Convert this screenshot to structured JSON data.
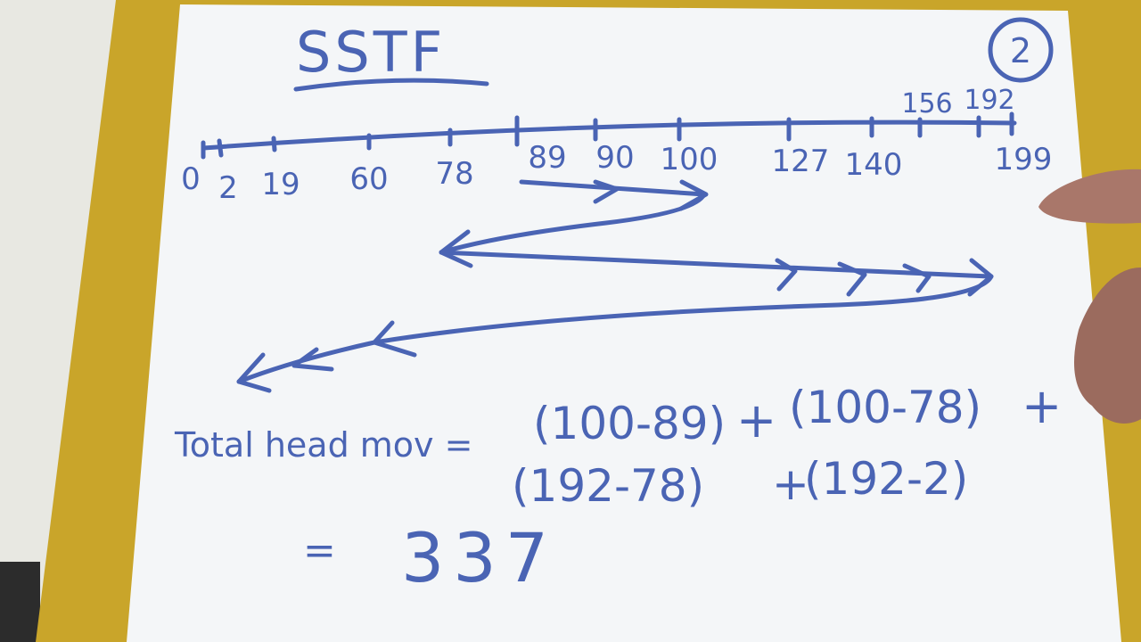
{
  "page_number": "2",
  "title": "SSTF",
  "track_axis": {
    "lower_labels": [
      "0",
      "2",
      "19",
      "60",
      "78",
      "89",
      "90",
      "100",
      "127",
      "140",
      "199"
    ],
    "upper_labels": [
      "156",
      "192"
    ]
  },
  "equation": {
    "label": "Total head mov =",
    "line1_terms": [
      "(100-89)",
      "+",
      "(100-78)",
      "+"
    ],
    "line2_terms": [
      "(192-78)",
      "+",
      "(192-2)"
    ]
  },
  "result": {
    "equals": "=",
    "value": "337"
  },
  "colors": {
    "ink": "#4a64b4",
    "paper": "#f4f6f8",
    "board": "#c9a52a",
    "wall": "#e8e8e2",
    "skin": "#a9776a"
  }
}
